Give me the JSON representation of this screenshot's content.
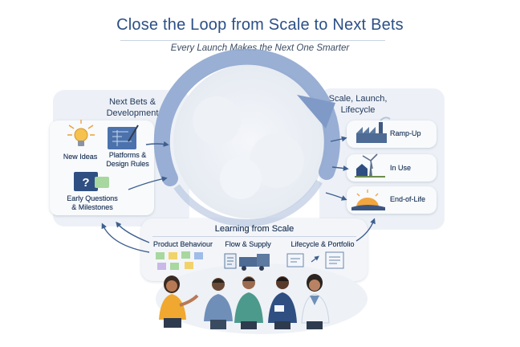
{
  "title": "Close the Loop from Scale to Next Bets",
  "subtitle": "Every Launch Makes the Next One Smarter",
  "left_panel": {
    "heading": "Next Bets &\nDevelopment",
    "items": [
      {
        "label": "New Ideas",
        "icon": "lightbulb-icon"
      },
      {
        "label": "Platforms &\nDesign Rules",
        "icon": "blueprint-icon"
      },
      {
        "label": "Early Questions\n& Milestones",
        "icon": "question-icon"
      }
    ]
  },
  "right_panel": {
    "heading": "Scale, Launch,\nLifecycle",
    "stages": [
      {
        "label": "Ramp-Up",
        "icon": "factory-icon"
      },
      {
        "label": "In Use",
        "icon": "wind-turbine-icon"
      },
      {
        "label": "End-of-Life",
        "icon": "sunset-icon"
      }
    ]
  },
  "bottom_panel": {
    "heading": "Learning from Scale",
    "columns": [
      {
        "label": "Product Behaviour",
        "icon": "sticky-notes-icon"
      },
      {
        "label": "Flow & Supply",
        "icon": "truck-icon"
      },
      {
        "label": "Lifecycle & Portfolio",
        "icon": "report-icon"
      }
    ]
  },
  "colors": {
    "loop_arrow": "#8ea6cf",
    "title": "#2c4f86",
    "panel_bg": "#edf1f7",
    "text": "#233a5c"
  }
}
